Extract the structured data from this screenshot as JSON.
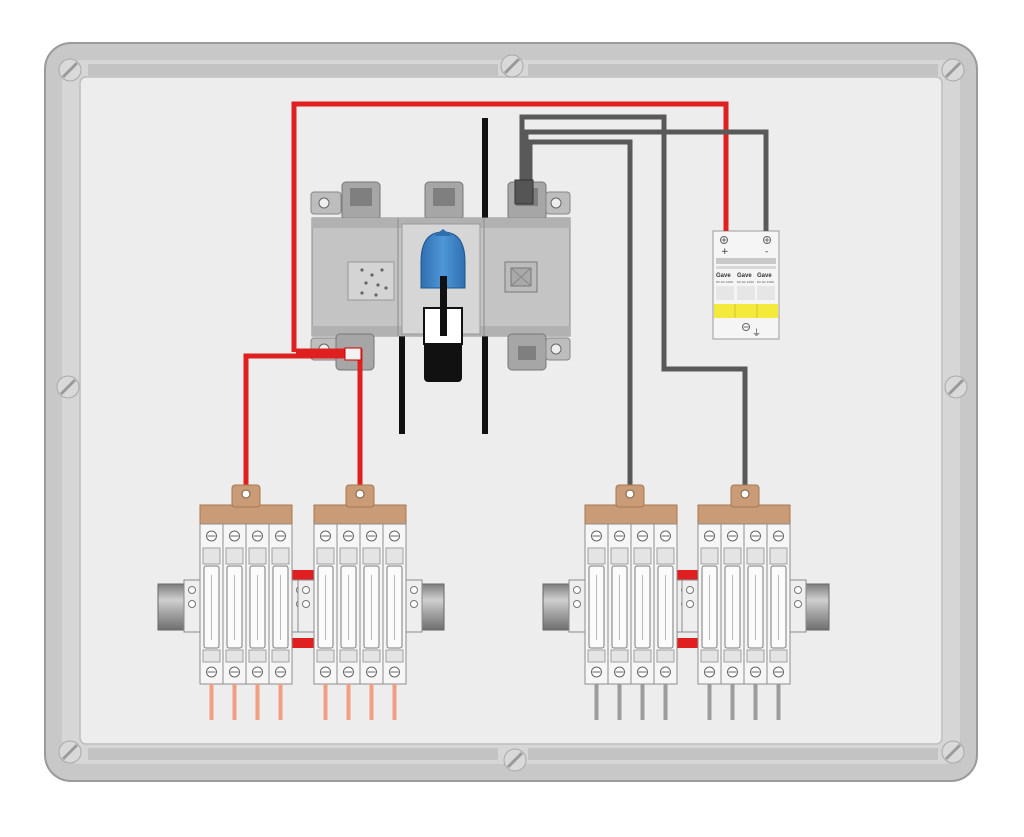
{
  "spd": {
    "plus_label": "+",
    "minus_label": "-",
    "ground_label": "⏚",
    "module_brand": [
      "Gave",
      "Gave",
      "Gave"
    ],
    "module_model": [
      "PV-40 1000",
      "PV-40 1000",
      "PV-40 1000"
    ]
  },
  "colors": {
    "enclosure": "#c9c9c9",
    "enclosure_inner": "#ececed",
    "positive_wire": "#e02020",
    "negative_wire": "#595959",
    "fuse_holder_top": "#c99b77",
    "din_rail": "#9a9a9a",
    "switch_knob": "#3d82c6",
    "spd_stripe": "#f4ea3c"
  },
  "icons": [
    "enclosure-screw-icon",
    "rotary-knob-icon",
    "terminal-screw-icon"
  ]
}
